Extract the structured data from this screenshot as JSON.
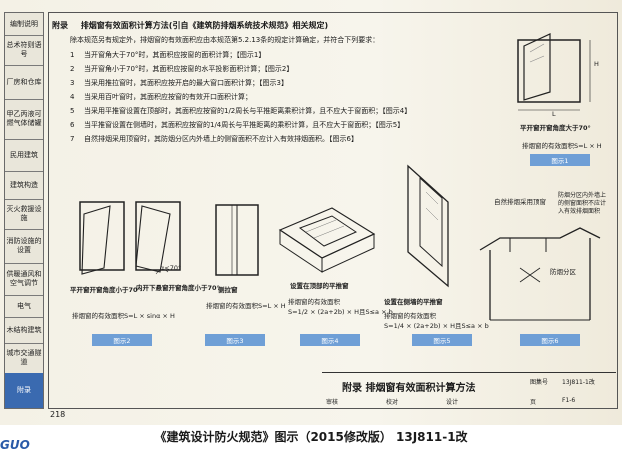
{
  "sidebar": {
    "tabs": [
      {
        "label": "编制说明"
      },
      {
        "label": "总术符则语号"
      },
      {
        "label": "厂房和仓库"
      },
      {
        "label": "甲乙丙液可燃气体储罐"
      },
      {
        "label": "民用建筑"
      },
      {
        "label": "建筑构造"
      },
      {
        "label": "灭火救援设施"
      },
      {
        "label": "消防设施的设置"
      },
      {
        "label": "供暖通风和空气调节"
      },
      {
        "label": "电气"
      },
      {
        "label": "木结构建筑"
      },
      {
        "label": "城市交通隧道"
      },
      {
        "label": "附录",
        "active": true
      }
    ]
  },
  "header": {
    "appendix_label": "附录",
    "title": "排烟窗有效面积计算方法(引自《建筑防排烟系统技术规范》相关规定)"
  },
  "intro": "除本规范另有规定外，排烟窗的有效面积应由本规范第5.2.13条的规定计算确定，并符合下列要求：",
  "rules": [
    {
      "num": "1",
      "text": "当开窗角大于70°时，其面积应按窗的面积计算；【图示1】"
    },
    {
      "num": "2",
      "text": "当开窗角小于70°时，其面积应按窗的水平投影面积计算；【图示2】"
    },
    {
      "num": "3",
      "text": "当采用推拉窗时，其面积应按开启的最大窗口面积计算；【图示3】"
    },
    {
      "num": "4",
      "text": "当采用百叶窗时，其面积应按窗的有效开口面积计算；"
    },
    {
      "num": "5",
      "text": "当采用平推窗设置在顶部时，其面积应按窗的1/2周长与平推距离乘积计算，且不应大于窗面积；【图示4】"
    },
    {
      "num": "6",
      "text": "当平推窗设置在侧墙时，其面积应按窗的1/4周长与平推距离的乘积计算，且不应大于窗面积；【图示5】"
    },
    {
      "num": "7",
      "text": "自然排烟采用顶窗时，其防烟分区内外墙上的侧窗面积不应计入有效排烟面积。【图示6】"
    }
  ],
  "figures": {
    "fig1": {
      "title": "平开窗开窗角度大于70°",
      "formula": "排烟窗的有效面积S=L × H",
      "badge": "图示1",
      "l": "L",
      "h": "H"
    },
    "fig2": {
      "title1": "平开窗开窗角度小于70°",
      "title2": "内开下悬窗开窗角度小于70°",
      "formula": "排烟窗的有效面积S=L × sinα × H",
      "badge": "图示2",
      "angle": "α<70°"
    },
    "fig3": {
      "title": "侧拉窗",
      "formula": "排烟窗的有效面积S=L × H",
      "badge": "图示3"
    },
    "fig4": {
      "title": "设置在顶部的平推窗",
      "formula1": "排烟窗的有效面积",
      "formula2": "S=1/2 × (2a+2b) × H且S≤a × b",
      "badge": "图示4"
    },
    "fig5": {
      "title": "设置在侧墙的平推窗",
      "formula1": "排烟窗的有效面积",
      "formula2": "S=1/4 × (2a+2b) × H且S≤a × b",
      "badge": "图示5"
    },
    "fig6": {
      "label1": "自然排烟采用顶窗",
      "label2": "防烟分区内外墙上的侧窗面积不应计入有效排烟面积",
      "label3": "防烟分区",
      "badge": "图示6"
    }
  },
  "title_block": {
    "title": "附录  排烟窗有效面积计算方法",
    "atlas_label": "图集号",
    "atlas_no": "13J811-1改",
    "page_label": "页",
    "page_no": "F1-6",
    "review": "审核",
    "check": "校对",
    "design": "设计"
  },
  "page_number": "218",
  "caption": "《建筑设计防火规范》图示（2015修改版） 13J811-1改",
  "logo": "GUO"
}
